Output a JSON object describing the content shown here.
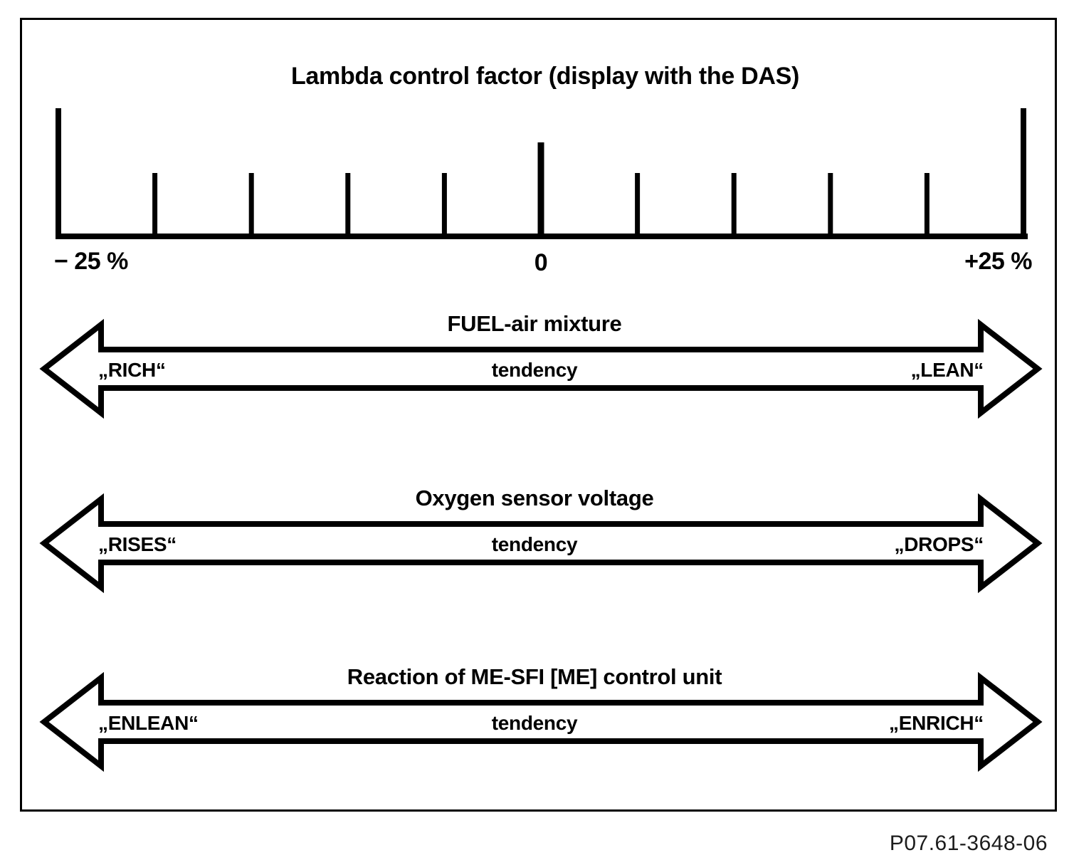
{
  "page": {
    "title": "Lambda control factor (display with the DAS)",
    "reference": "P07.61-3648-06",
    "ink_color": "#000000",
    "background_color": "#ffffff"
  },
  "scale": {
    "ticks_percent": [
      -25,
      -20,
      -15,
      -10,
      -5,
      0,
      5,
      10,
      15,
      20,
      25
    ],
    "left_label": "− 25 %",
    "center_label": "0",
    "right_label": "+25 %"
  },
  "rows": [
    {
      "title": "FUEL-air mixture",
      "left": "„RICH“",
      "center": "tendency",
      "right": "„LEAN“"
    },
    {
      "title": "Oxygen sensor voltage",
      "left": "„RISES“",
      "center": "tendency",
      "right": "„DROPS“"
    },
    {
      "title": "Reaction of ME-SFI [ME] control unit",
      "left": "„ENLEAN“",
      "center": "tendency",
      "right": "„ENRICH“"
    }
  ]
}
